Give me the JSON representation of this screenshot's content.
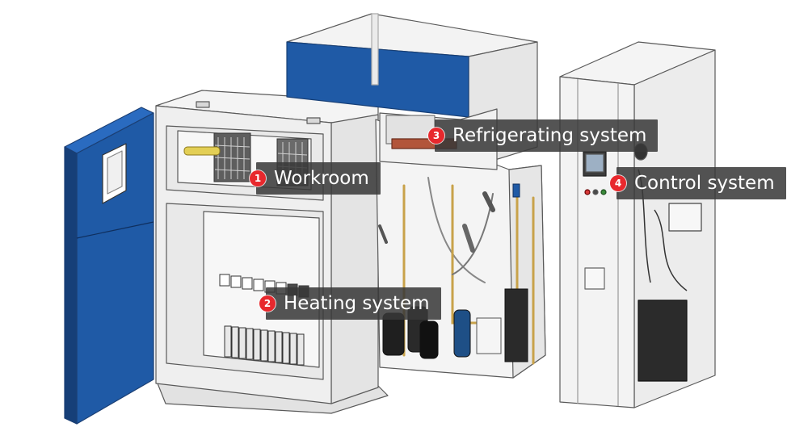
{
  "callouts": [
    {
      "number": "1",
      "label": "Workroom"
    },
    {
      "number": "2",
      "label": "Heating system"
    },
    {
      "number": "3",
      "label": "Refrigerating system"
    },
    {
      "number": "4",
      "label": "Control system"
    }
  ],
  "colors": {
    "door_blue": "#1f5aa6",
    "door_blue_dark": "#163f78",
    "panel_light": "#f2f2f2",
    "panel_mid": "#e3e3e3",
    "outline": "#555555",
    "copper": "#c8a24a",
    "badge_red": "#e8282d",
    "label_bg": "#383838"
  }
}
